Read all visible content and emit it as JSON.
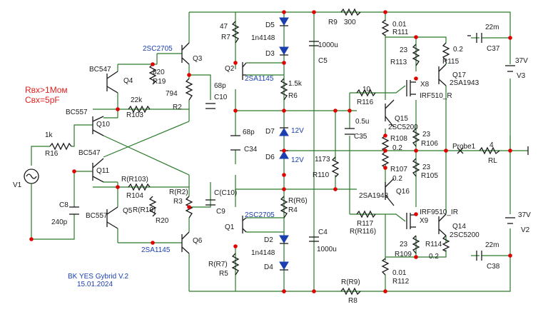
{
  "notes": {
    "line1": "Rвх>1Mом",
    "line2": "Свх=5pF"
  },
  "footer": {
    "line1": "BK  YES Gybrid  V.2",
    "line2": "15.01.2024"
  },
  "source": {
    "name": "V1"
  },
  "supplies": [
    {
      "name": "V3",
      "value": "37V"
    },
    {
      "name": "V2",
      "value": "37V"
    }
  ],
  "probe": {
    "name": "Probe1"
  },
  "load": {
    "name": "RL",
    "value": "4"
  },
  "components": {
    "R16": {
      "name": "R16",
      "value": "1k"
    },
    "C8": {
      "name": "C8",
      "value": "240p"
    },
    "Q10": {
      "name": "Q10",
      "type": "BC557"
    },
    "Q11": {
      "name": "Q11",
      "type": "BC547"
    },
    "Q4": {
      "name": "Q4",
      "type": "BC547"
    },
    "Q5": {
      "name": "Q5",
      "type": "BC557"
    },
    "R103": {
      "name": "R103",
      "value": "22k"
    },
    "R104": {
      "name": "R104",
      "value": "R(R103)"
    },
    "Q3": {
      "name": "Q3",
      "type": "2SC2705"
    },
    "Q6": {
      "name": "Q6",
      "type": "2SA1145"
    },
    "R19": {
      "name": "R19",
      "value": "820"
    },
    "R20": {
      "name": "R20",
      "value": "R(R19)"
    },
    "R2": {
      "name": "R2",
      "value": "794"
    },
    "R3": {
      "name": "R3",
      "value": "R(R2)"
    },
    "C10": {
      "name": "C10",
      "value": "68p"
    },
    "C9": {
      "name": "C9",
      "value": "C(C10)"
    },
    "R7": {
      "name": "R7",
      "value": "47"
    },
    "R5": {
      "name": "R5",
      "value": "R(R7)"
    },
    "Q2": {
      "name": "Q2",
      "type": "2SA1145"
    },
    "Q1": {
      "name": "Q1",
      "type": "2SC2705"
    },
    "D5": {
      "name": "D5",
      "type": "1n4148"
    },
    "D3": {
      "name": "D3"
    },
    "D2": {
      "name": "D2",
      "type": "1n4148"
    },
    "D4": {
      "name": "D4"
    },
    "R6": {
      "name": "R6",
      "value": "1.5k"
    },
    "R4": {
      "name": "R4",
      "value": "R(R6)"
    },
    "D7": {
      "name": "D7",
      "value": "12V"
    },
    "D6": {
      "name": "D6",
      "value": "12V"
    },
    "C34": {
      "name": "C34",
      "value": "68p"
    },
    "C5": {
      "name": "C5",
      "value": "1000u"
    },
    "C4": {
      "name": "C4",
      "value": "1000u"
    },
    "R9": {
      "name": "R9",
      "value": "300"
    },
    "R8": {
      "name": "R8",
      "value": "R(R9)"
    },
    "R110": {
      "name": "R110",
      "value": "1173"
    },
    "C35": {
      "name": "C35",
      "value": "0.5u"
    },
    "R116": {
      "name": "R116",
      "value": "10"
    },
    "R117": {
      "name": "R117",
      "value": "R(R116)"
    },
    "X8": {
      "name": "X8",
      "type": "IRF510_R"
    },
    "X9": {
      "name": "X9",
      "type": "IRF9510_IR"
    },
    "Q15": {
      "name": "Q15",
      "type": "2SC5200"
    },
    "Q16": {
      "name": "Q16",
      "type": "2SA1943"
    },
    "Q17": {
      "name": "Q17",
      "type": "2SA1943"
    },
    "Q14": {
      "name": "Q14",
      "type": "2SC5200"
    },
    "R111": {
      "name": "R111",
      "value": "0.01"
    },
    "R112": {
      "name": "R112",
      "value": "0.01"
    },
    "R113": {
      "name": "R113",
      "value": "23"
    },
    "R115": {
      "name": "R115",
      "value": "0.2"
    },
    "R108": {
      "name": "R108",
      "value": "0.2"
    },
    "R106": {
      "name": "R106",
      "value": "23"
    },
    "R107": {
      "name": "R107",
      "value": "0.2"
    },
    "R105": {
      "name": "R105",
      "value": "23"
    },
    "R109": {
      "name": "R109",
      "value": "23"
    },
    "R114": {
      "name": "R114",
      "value": "0.2"
    },
    "C37": {
      "name": "C37",
      "value": "22m"
    },
    "C38": {
      "name": "C38",
      "value": "22m"
    }
  }
}
